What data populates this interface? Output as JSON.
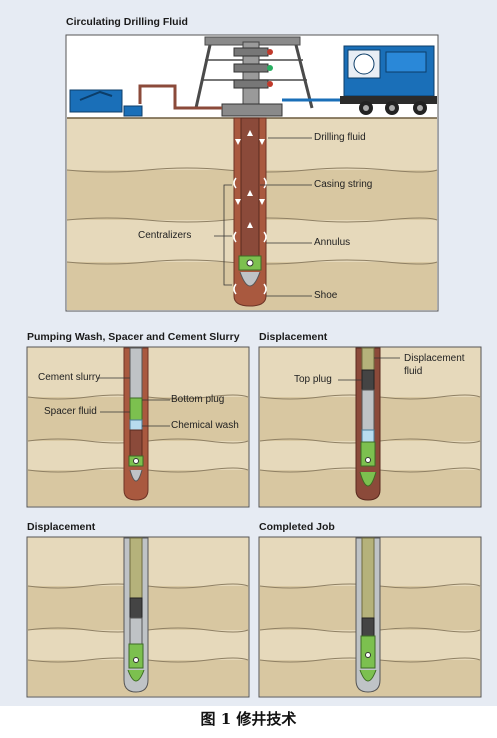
{
  "figure": {
    "caption": "图 1  修井技术",
    "panel_top": {
      "title": "Circulating Drilling Fluid",
      "labels": {
        "drilling_fluid": "Drilling fluid",
        "casing_string": "Casing string",
        "centralizers": "Centralizers",
        "annulus": "Annulus",
        "shoe": "Shoe"
      }
    },
    "panel_mid_left": {
      "title": "Pumping Wash, Spacer and Cement Slurry",
      "labels": {
        "cement_slurry": "Cement slurry",
        "bottom_plug": "Bottom plug",
        "spacer_fluid": "Spacer fluid",
        "chemical_wash": "Chemical wash"
      }
    },
    "panel_mid_right": {
      "title": "Displacement",
      "labels": {
        "displacement_fluid": "Displacement fluid",
        "top_plug": "Top plug"
      }
    },
    "panel_bottom_left": {
      "title": "Displacement"
    },
    "panel_bottom_right": {
      "title": "Completed Job"
    }
  },
  "colors": {
    "page_bg": "#e6ebf3",
    "sky": "#ffffff",
    "earth_light": "#e6d9bb",
    "earth_dark": "#d8c7a1",
    "layer_line": "#8f8064",
    "casing_red": "#8b4a3a",
    "drilling_fluid": "#a9593f",
    "cement": "#bfc3c6",
    "spacer": "#7cc04f",
    "wash": "#b8dcef",
    "displacement": "#b5b27b",
    "steel": "#6b6b6b",
    "truck_blue": "#1a6fb8"
  }
}
